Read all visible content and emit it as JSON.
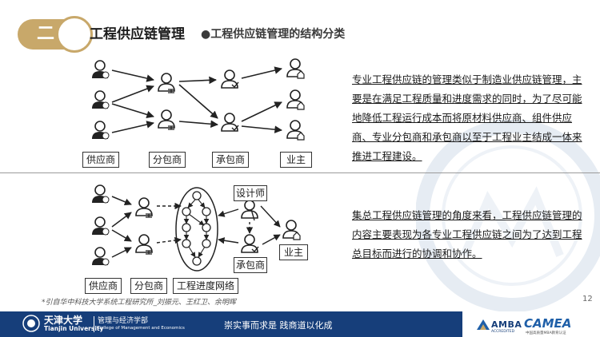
{
  "header": {
    "section_number": "二",
    "title": "工程供应链管理",
    "subtitle": "●工程供应链管理的结构分类"
  },
  "top_diagram": {
    "labels": [
      "供应商",
      "分包商",
      "承包商",
      "业主"
    ]
  },
  "top_paragraph": "专业工程供应链的管理类似于制造业供应链管理，主要是在满足工程质量和进度需求的同时，为了尽可能地降低工程运行成本而将原材料供应商、组件供应商、专业分包商和承包商以至于工程业主结成一体来推进工程建设。",
  "bottom_diagram": {
    "labels": [
      "供应商",
      "分包商",
      "工程进度网络",
      "设计师",
      "承包商",
      "业主"
    ]
  },
  "bottom_paragraph": "集总工程供应链管理的角度来看，工程供应链管理的内容主要表现为各专业工程供应链之间为了达到工程总目标而进行的协调和协作。",
  "citation": "*引自华中科技大学系统工程研究所_刘振元、王红卫、余明晖",
  "page_number": "12",
  "footer": {
    "university_cn": "天津大学",
    "university_en": "Tianjin University",
    "school_cn": "管理与经济学部",
    "school_en": "College of Management and Economics",
    "motto": "崇实事而求是   践商道以化成",
    "amba": "AMBA",
    "amba_sub": "ACCREDITED",
    "camea": "CAMEA",
    "camea_sub": "中国高质量MBA教育认证"
  },
  "colors": {
    "gold": "#c8a86a",
    "footer_navy": "#163e7a",
    "camea_blue": "#1f5fa8"
  }
}
